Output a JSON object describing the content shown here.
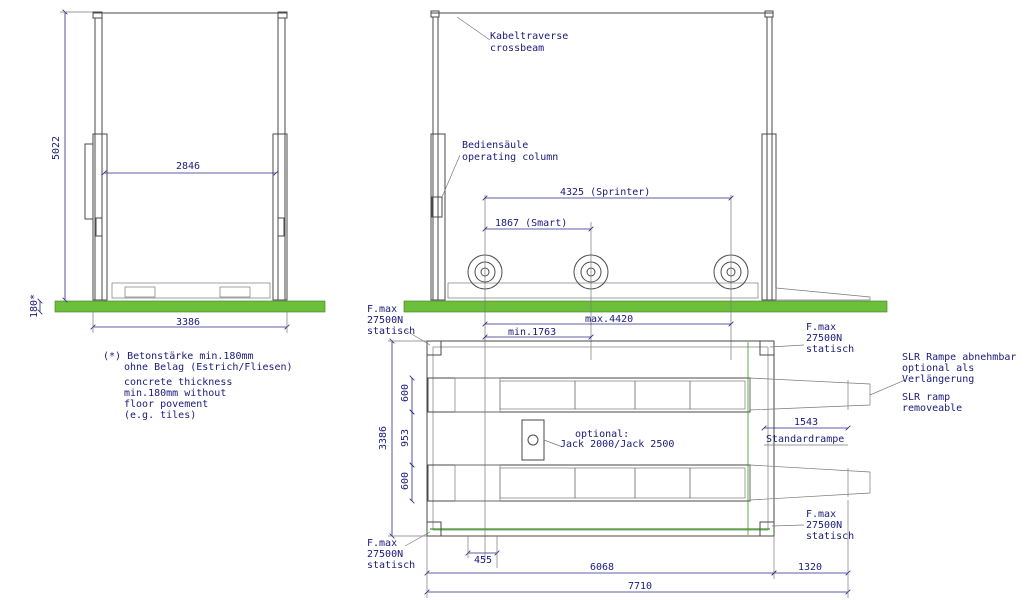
{
  "front_view": {
    "height_dim": "5022",
    "inner_width_dim": "2846",
    "outer_width_dim": "3386",
    "concrete_dim": "180*"
  },
  "notes": {
    "line1": "(*) Betonstärke min.180mm",
    "line2": "ohne Belag (Estrich/Fliesen)",
    "line3": "concrete thickness",
    "line4": "min.180mm without",
    "line5": "floor povement",
    "line6": "(e.g. tiles)"
  },
  "side_view": {
    "crossbeam_de": "Kabeltraverse",
    "crossbeam_en": "crossbeam",
    "column_de": "Bediensäule",
    "column_en": "operating column",
    "sprinter_dim": "4325 (Sprinter)",
    "smart_dim": "1867 (Smart)"
  },
  "top_view": {
    "min_dim": "min.1763",
    "max_dim": "max.4420",
    "width_dim": "3386",
    "track1_dim": "600",
    "gap_dim": "953",
    "track2_dim": "600",
    "dim_455": "455",
    "dim_6068": "6068",
    "dim_1320": "1320",
    "dim_7710": "7710",
    "dim_1543": "1543",
    "standard_ramp": "Standardrampe",
    "jack_line1": "optional:",
    "jack_line2": "Jack 2000/Jack 2500",
    "ramp_de1": "SLR Rampe abnehmbar",
    "ramp_de2": "optional als",
    "ramp_de3": "Verlängerung",
    "ramp_en1": "SLR ramp",
    "ramp_en2": "removeable",
    "fmax_tl": {
      "l1": "F.max",
      "l2": "27500N",
      "l3": "statisch"
    },
    "fmax_tr": {
      "l1": "F.max",
      "l2": "27500N",
      "l3": "statisch"
    },
    "fmax_br": {
      "l1": "F.max",
      "l2": "27500N",
      "l3": "statisch"
    },
    "fmax_bl": {
      "l1": "F.max",
      "l2": "27500N",
      "l3": "statisch"
    }
  }
}
